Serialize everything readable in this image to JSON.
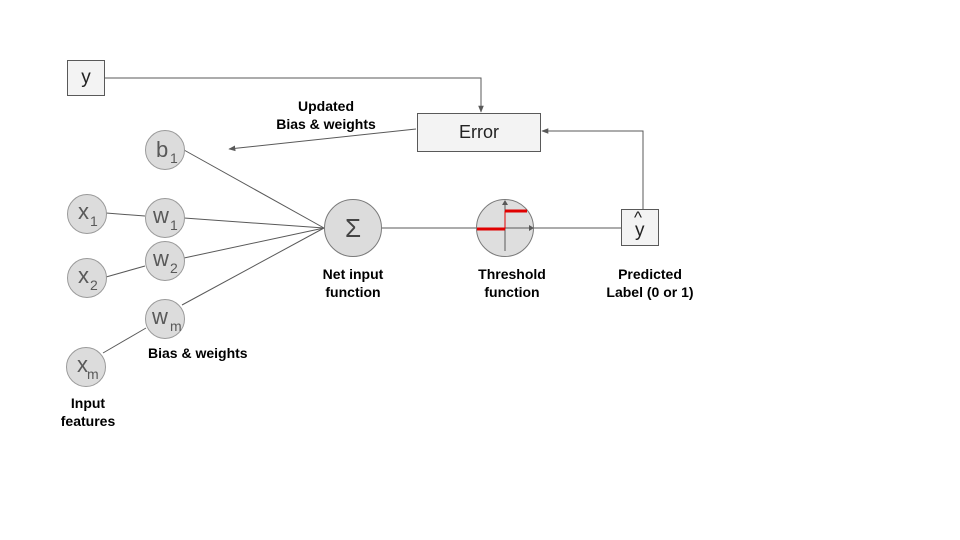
{
  "inputs": {
    "x1": {
      "symbol": "x",
      "sub": "1"
    },
    "x2": {
      "symbol": "x",
      "sub": "2"
    },
    "xm": {
      "symbol": "x",
      "sub": "m"
    }
  },
  "weights": {
    "b1": {
      "symbol": "b",
      "sub": "1"
    },
    "w1": {
      "symbol": "w",
      "sub": "1"
    },
    "w2": {
      "symbol": "w",
      "sub": "2"
    },
    "wm": {
      "symbol": "w",
      "sub": "m"
    }
  },
  "net_input": {
    "symbol": "Σ",
    "label_line1": "Net input",
    "label_line2": "function"
  },
  "threshold": {
    "label_line1": "Threshold",
    "label_line2": "function"
  },
  "prediction": {
    "hat": "^",
    "symbol": "y",
    "label_line1": "Predicted",
    "label_line2": "Label (0 or 1)"
  },
  "target": {
    "symbol": "y"
  },
  "error": {
    "label": "Error"
  },
  "updated": {
    "line1": "Updated",
    "line2": "Bias & weights"
  },
  "weights_label": "Bias & weights",
  "input_label": {
    "line1": "Input",
    "line2": "features"
  },
  "colors": {
    "line": "#595959",
    "node_fill": "#dcdcdc",
    "step_red": "#e00000"
  }
}
